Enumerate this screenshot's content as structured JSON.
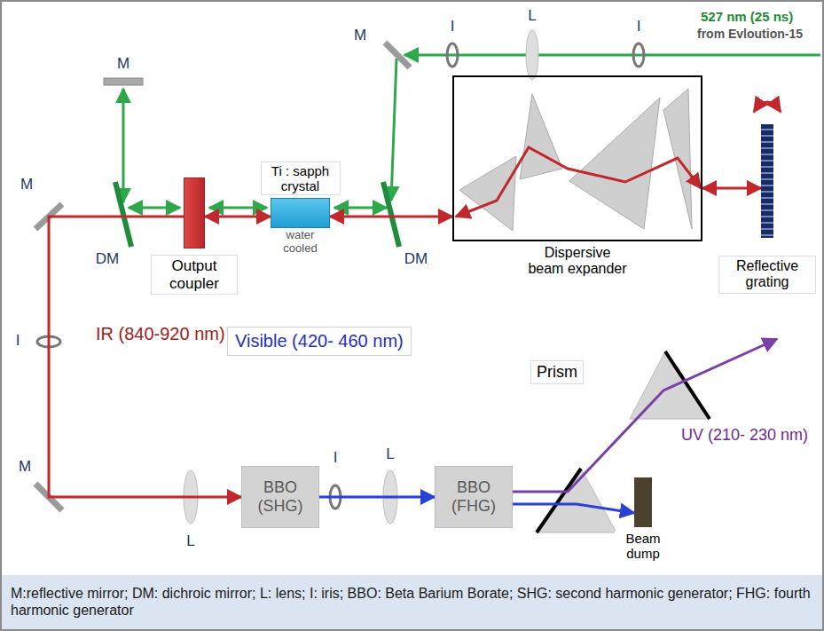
{
  "diagram": {
    "nodes": [
      {
        "text": [
          "Ti : sapph crystal",
          "water cooled"
        ]
      },
      {
        "text": [
          "Dispersive beam expander"
        ]
      },
      {
        "text": [
          "Output coupler"
        ]
      },
      {
        "text": [
          "Reflective grating"
        ]
      },
      {
        "text": [
          "BBO (SHG)"
        ]
      },
      {
        "text": [
          "BBO (FHG)"
        ]
      },
      {
        "text": [
          "Beam dump"
        ]
      },
      {
        "text": [
          "M:reflective mirror; DM: dichroic mirror; L: lens; I: iris; BBO: Beta Barium Borate; SHG: second harmonic generator; FHG: fourth harmonic generator"
        ]
      }
    ],
    "edges": [
      {
        "from": 2,
        "to": 0,
        "arrow": "both"
      },
      {
        "from": 0,
        "to": 1,
        "arrow": "both"
      },
      {
        "from": 1,
        "to": 3,
        "arrow": "both"
      },
      {
        "from": 2,
        "to": 4,
        "arrow": "to"
      },
      {
        "from": 4,
        "to": 5,
        "arrow": "to"
      },
      {
        "from": 5,
        "to": 6,
        "arrow": "to"
      }
    ],
    "labels": [
      "I",
      "L",
      "I",
      "527 nm (25 ns)",
      "from Evloution-15",
      "M",
      "M",
      "M",
      "DM",
      "DM",
      "I",
      "IR (840-920 nm)",
      "Visible (420- 460 nm)",
      "Prism",
      "I",
      "L",
      "M",
      "UV (210- 230 nm)",
      "L"
    ]
  }
}
